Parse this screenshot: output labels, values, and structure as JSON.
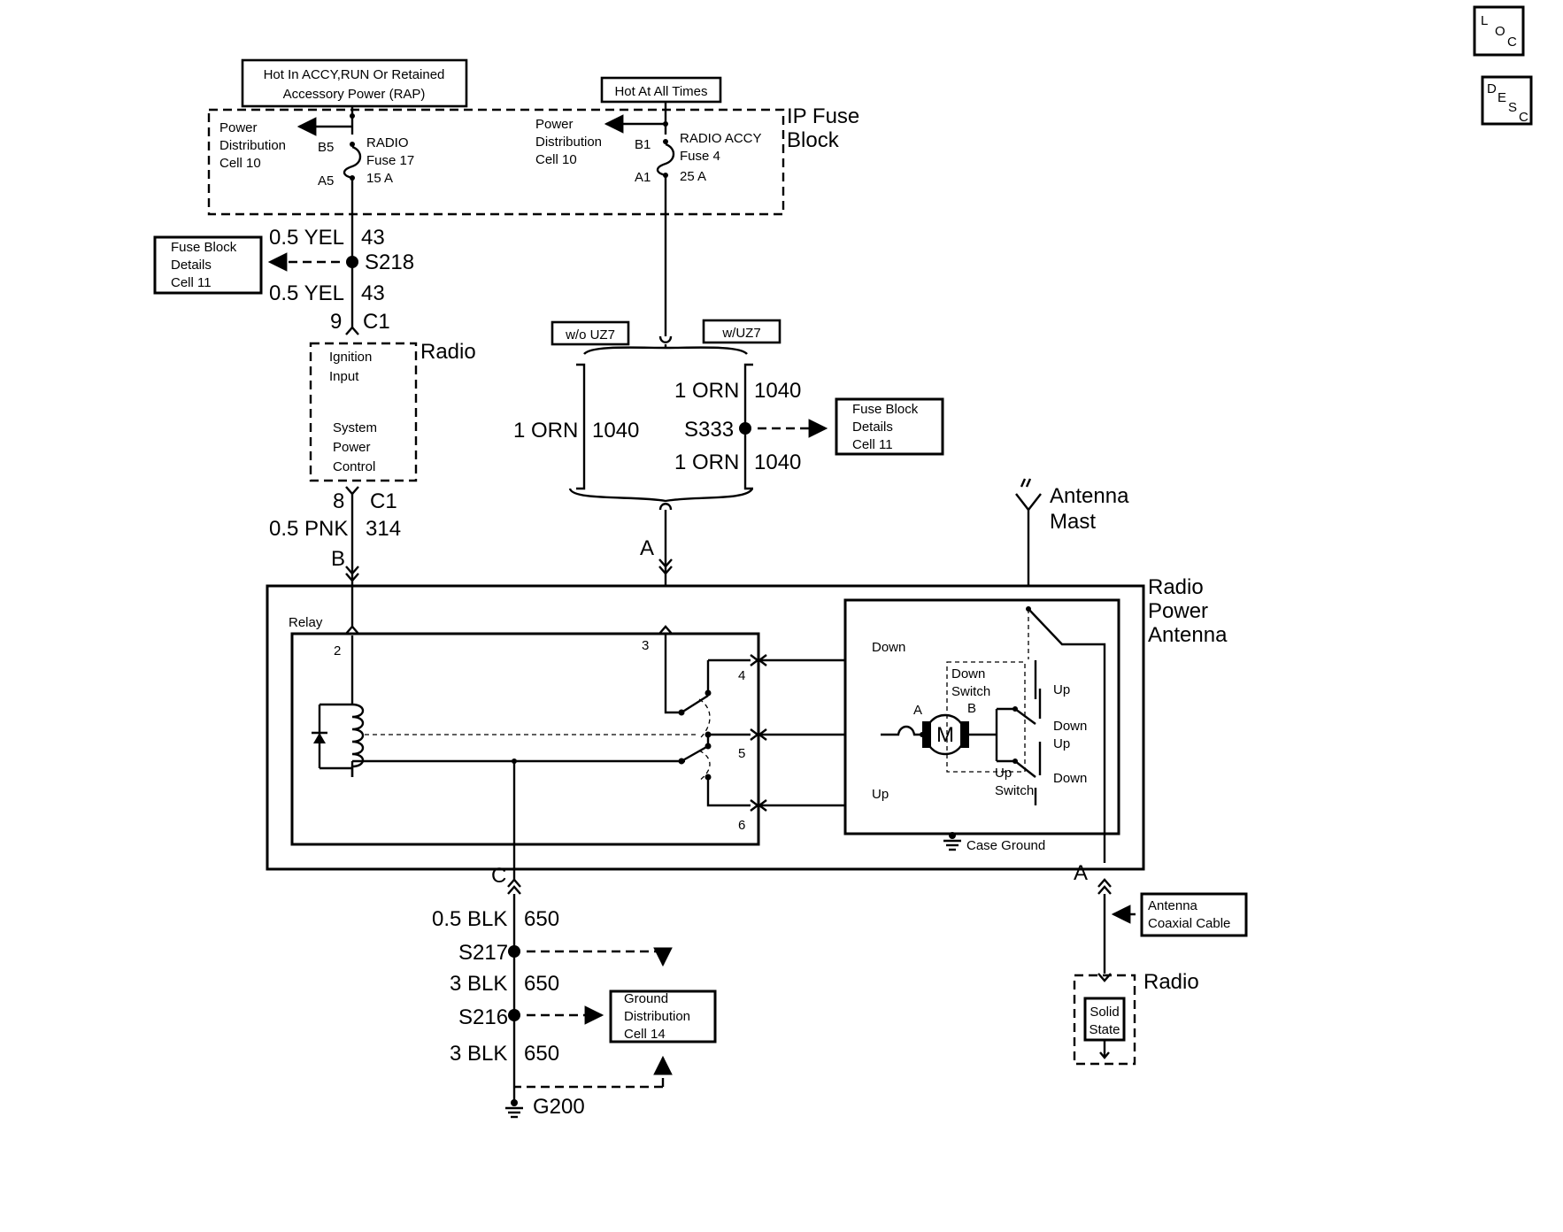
{
  "nav": {
    "loc": [
      "L",
      "O",
      "C"
    ],
    "desc": [
      "D",
      "E",
      "S",
      "C"
    ]
  },
  "power": {
    "hot_accy": [
      "Hot In ACCY,RUN Or Retained",
      "Accessory Power (RAP)"
    ],
    "hot_all": "Hot At All Times",
    "ip_fuse_block": [
      "IP Fuse",
      "Block"
    ],
    "pd_left": [
      "Power",
      "Distribution",
      "Cell 10"
    ],
    "pd_right": [
      "Power",
      "Distribution",
      "Cell 10"
    ],
    "fuse17": {
      "pin_top": "B5",
      "pin_bottom": "A5",
      "label": [
        "RADIO",
        "Fuse 17",
        "15 A"
      ]
    },
    "fuse4": {
      "pin_top": "B1",
      "pin_bottom": "A1",
      "label": [
        "RADIO ACCY",
        "Fuse 4",
        "25 A"
      ]
    }
  },
  "left_circuit": {
    "wire1": {
      "size": "0.5 YEL",
      "circuit": "43"
    },
    "splice": "S218",
    "wire2": {
      "size": "0.5 YEL",
      "circuit": "43"
    },
    "fuse_ref": [
      "Fuse Block",
      "Details",
      "Cell 11"
    ],
    "conn_top": {
      "pin": "9",
      "conn": "C1"
    },
    "radio_label": "Radio",
    "radio_inputs": [
      "Ignition",
      "Input",
      "System",
      "Power",
      "Control"
    ],
    "conn_bottom": {
      "pin": "8",
      "conn": "C1"
    },
    "wire3": {
      "size": "0.5 PNK",
      "circuit": "314"
    },
    "pin_b": "B"
  },
  "middle_circuit": {
    "option_wo": "w/o UZ7",
    "option_w": "w/UZ7",
    "wire_wo": {
      "size": "1 ORN",
      "circuit": "1040"
    },
    "wire_w1": {
      "size": "1 ORN",
      "circuit": "1040"
    },
    "splice": "S333",
    "wire_w2": {
      "size": "1 ORN",
      "circuit": "1040"
    },
    "fuse_ref": [
      "Fuse Block",
      "Details",
      "Cell 11"
    ],
    "pin_a": "A"
  },
  "antenna": {
    "mast": [
      "Antenna",
      "Mast"
    ],
    "title": [
      "Radio",
      "Power",
      "Antenna"
    ],
    "relay": "Relay",
    "relay_pins": [
      "2",
      "3",
      "4",
      "5",
      "6"
    ],
    "down_label": "Down",
    "up_label": "Up",
    "down_switch": [
      "Down",
      "Switch"
    ],
    "up_switch": [
      "Up",
      "Switch"
    ],
    "motor": "M",
    "motor_a": "A",
    "motor_b": "B",
    "contact_labels": [
      "Up",
      "Down",
      "Up",
      "Down"
    ],
    "case_ground": "Case Ground",
    "pin_c": "C",
    "pin_a": "A"
  },
  "ground": {
    "wire1": {
      "size": "0.5 BLK",
      "circuit": "650"
    },
    "splice1": "S217",
    "wire2": {
      "size": "3 BLK",
      "circuit": "650"
    },
    "splice2": "S216",
    "wire3": {
      "size": "3 BLK",
      "circuit": "650"
    },
    "ground_ref": [
      "Ground",
      "Distribution",
      "Cell 14"
    ],
    "ground_point": "G200"
  },
  "coax": {
    "label": [
      "Antenna",
      "Coaxial Cable"
    ],
    "radio_label": "Radio",
    "solid_state": [
      "Solid",
      "State"
    ]
  }
}
